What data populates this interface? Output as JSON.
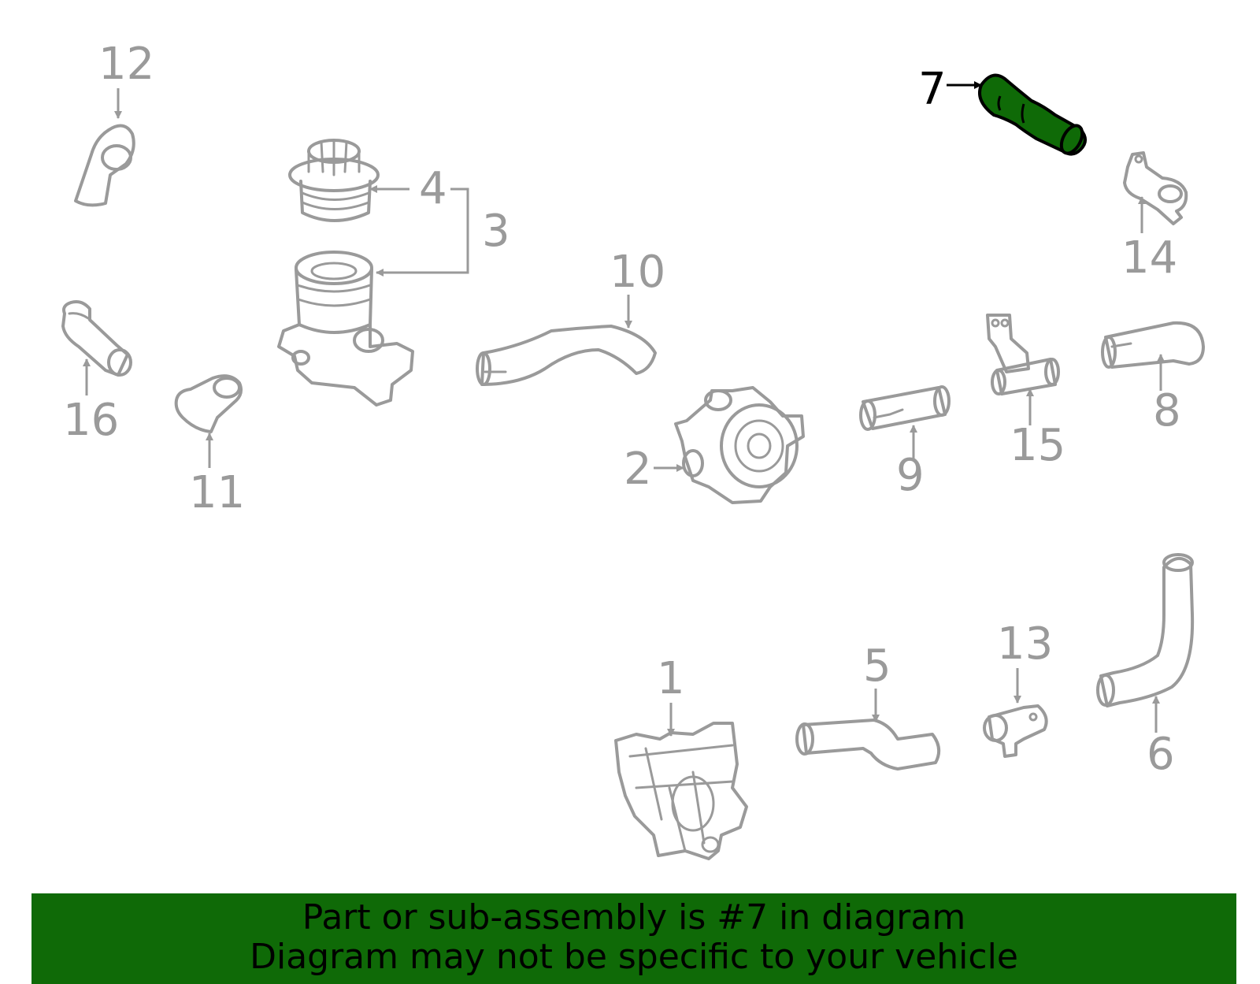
{
  "diagram": {
    "selected_part": "7",
    "highlight_color": "#0f6a07",
    "outline_color": "#9a9a9a",
    "callouts": [
      "1",
      "2",
      "3",
      "4",
      "5",
      "6",
      "7",
      "8",
      "9",
      "10",
      "11",
      "12",
      "13",
      "14",
      "15",
      "16"
    ]
  },
  "banner": {
    "line1": "Part or sub-assembly is #7 in diagram",
    "line2": "Diagram may not be specific to your vehicle",
    "background": "#0f6a07"
  }
}
